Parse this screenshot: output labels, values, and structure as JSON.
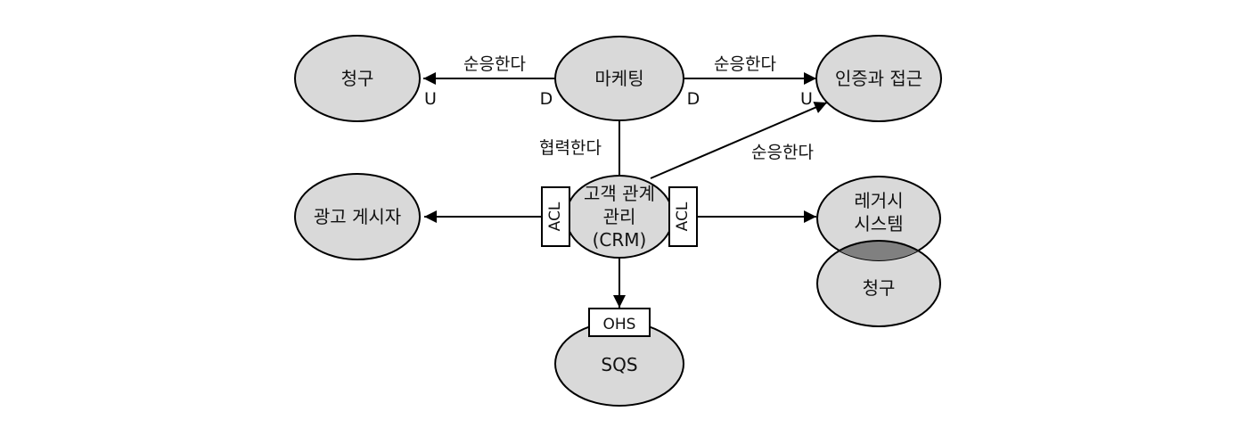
{
  "nodes": {
    "billing_top": "청구",
    "marketing": "마케팅",
    "auth": "인증과 접근",
    "ad_board": "광고 게시자",
    "crm_line1": "고객 관계",
    "crm_line2": "관리",
    "crm_line3": "(CRM)",
    "legacy_line1": "레거시",
    "legacy_line2": "시스템",
    "billing_bottom": "청구",
    "sqs": "SQS"
  },
  "edges": {
    "marketing_to_billing": "순응한다",
    "marketing_to_auth": "순응한다",
    "crm_to_auth": "순응한다",
    "crm_to_marketing": "협력한다"
  },
  "markers": {
    "u_billing": "U",
    "d_marketing_left": "D",
    "d_marketing_right": "D",
    "u_auth": "U"
  },
  "boxes": {
    "acl_left": "ACL",
    "acl_right": "ACL",
    "ohs": "OHS"
  },
  "colors": {
    "node_fill": "#d9d9d9",
    "overlap_fill": "#808080",
    "stroke": "#000000"
  }
}
